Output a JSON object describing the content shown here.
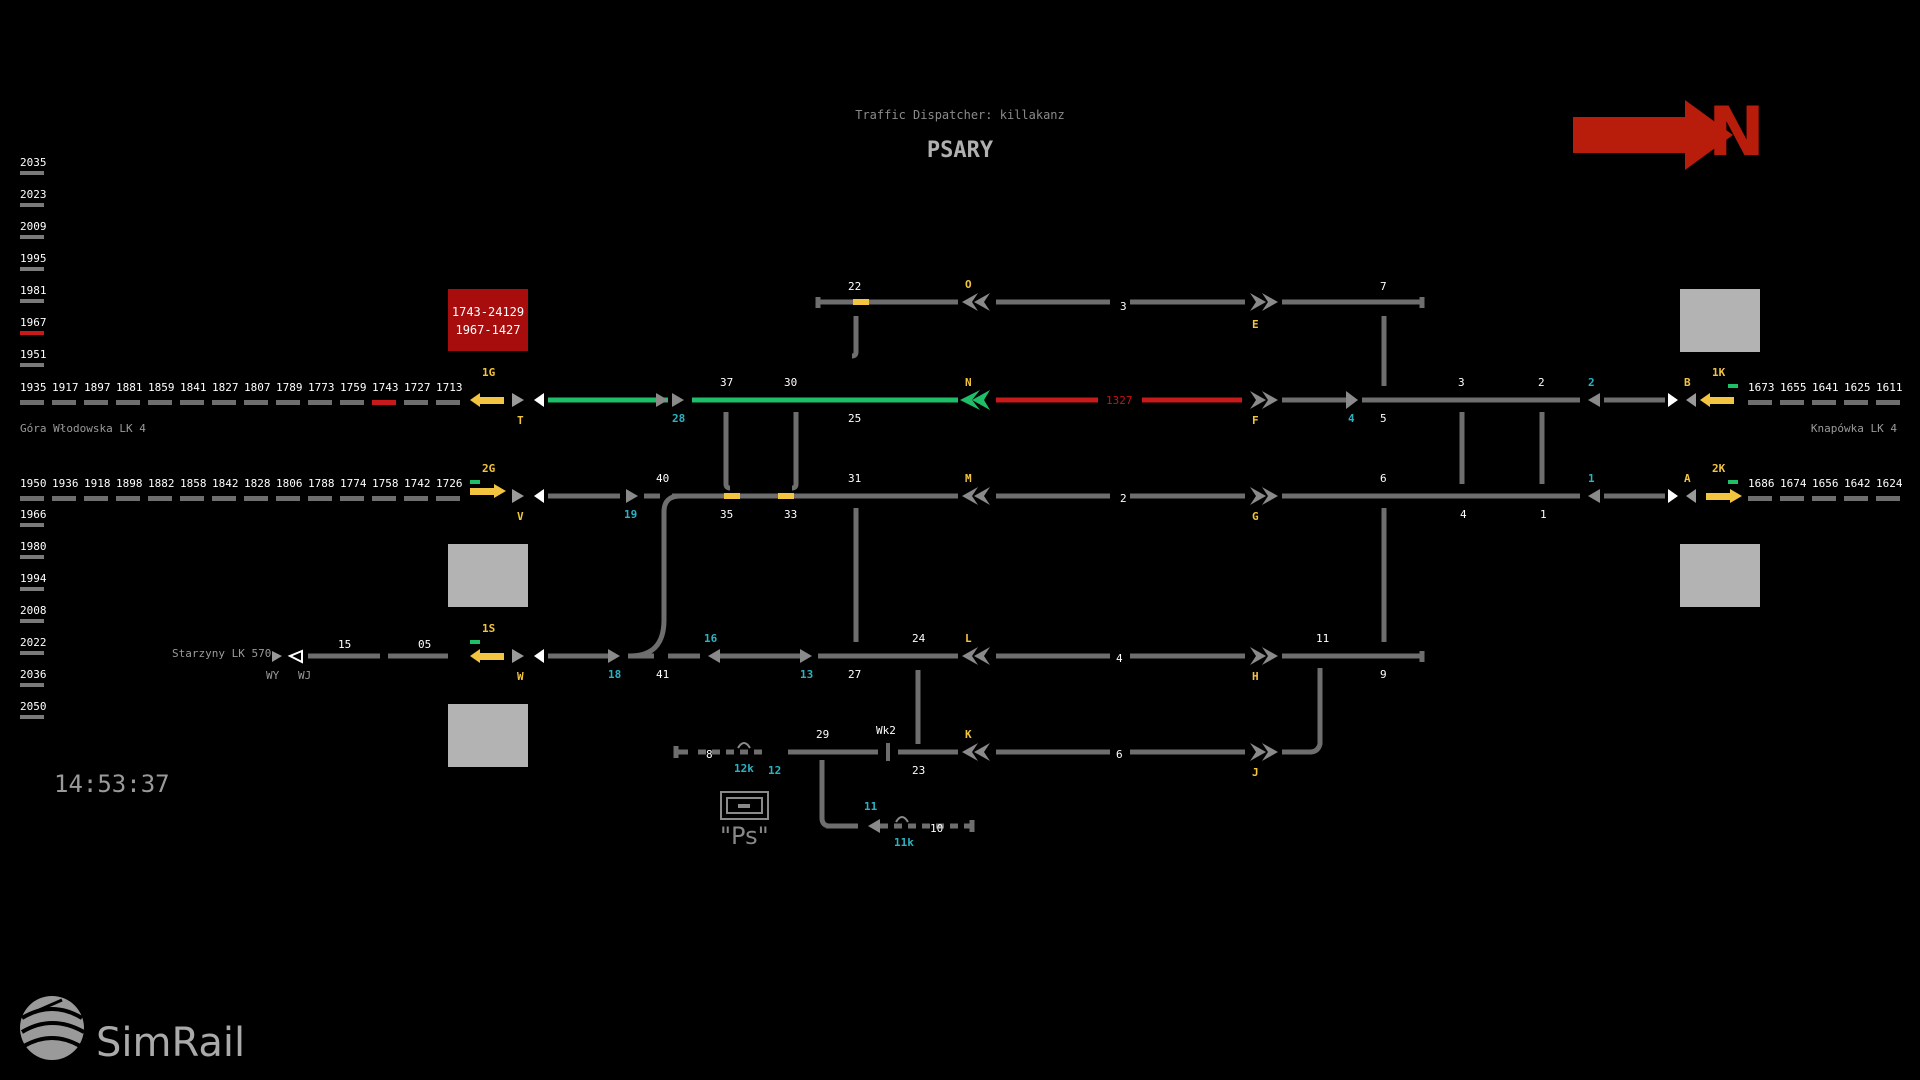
{
  "header": {
    "dispatcher": "Traffic Dispatcher: killakanz",
    "station": "PSARY",
    "north_label": "N"
  },
  "clock": "14:53:37",
  "logo": "SimRail",
  "ps_label": "\"Ps\"",
  "alert_box": {
    "line1": "1743-24129",
    "line2": "1967-1427"
  },
  "left_list": [
    "2035",
    "2023",
    "2009",
    "1995",
    "1981",
    "1967",
    "1951"
  ],
  "left_list_active": "1967",
  "left_list_bottom": [
    "1966",
    "1980",
    "1994",
    "2008",
    "2022",
    "2036",
    "2050"
  ],
  "lines": {
    "left_top_label": "Góra Włodowska LK 4",
    "right_top_label": "Knapówka LK 4",
    "left_bottom_label": "Starzyny LK 570"
  },
  "queue_top_left": [
    "1935",
    "1917",
    "1897",
    "1881",
    "1859",
    "1841",
    "1827",
    "1807",
    "1789",
    "1773",
    "1759",
    "1743",
    "1727",
    "1713"
  ],
  "queue_top_left_active": "1743",
  "queue_mid_left": [
    "1950",
    "1936",
    "1918",
    "1898",
    "1882",
    "1858",
    "1842",
    "1828",
    "1806",
    "1788",
    "1774",
    "1758",
    "1742",
    "1726"
  ],
  "queue_top_right": [
    "1673",
    "1655",
    "1641",
    "1625",
    "1611"
  ],
  "queue_mid_right": [
    "1686",
    "1674",
    "1656",
    "1642",
    "1624"
  ],
  "signals": {
    "1G": "1G",
    "2G": "2G",
    "1S": "1S",
    "1K": "1K",
    "2K": "2K",
    "T": "T",
    "V": "V",
    "W": "W",
    "N": "N",
    "O": "O",
    "M": "M",
    "L": "L",
    "K": "K",
    "E": "E",
    "F": "F",
    "G": "G",
    "H": "H",
    "J": "J",
    "A": "A",
    "B": "B"
  },
  "track_numbers": {
    "t1": "1",
    "t2": "2",
    "t3": "3",
    "t4": "4",
    "t6": "6",
    "t15": "15",
    "t05": "05",
    "t8": "8",
    "t10": "10",
    "occupied_train": "1327"
  },
  "switch_labels": [
    "22",
    "37",
    "30",
    "25",
    "28",
    "40",
    "19",
    "35",
    "33",
    "31",
    "16",
    "18",
    "41",
    "13",
    "27",
    "24",
    "29",
    "Wk2",
    "23",
    "12",
    "12k",
    "11",
    "11k",
    "7",
    "3",
    "2",
    "5",
    "6",
    "11",
    "9",
    "1",
    "4"
  ],
  "small_marks": [
    "WY",
    "WJ"
  ],
  "colors": {
    "track": "#6e6e6e",
    "route_green": "#1fbf6a",
    "route_red": "#c81a1a",
    "signal_yellow": "#f3c440",
    "signal_cyan": "#2bb3c4",
    "north_arrow": "#b81c0b",
    "alert_bg": "#a80d0d",
    "grey_box": "#b3b3b3"
  }
}
